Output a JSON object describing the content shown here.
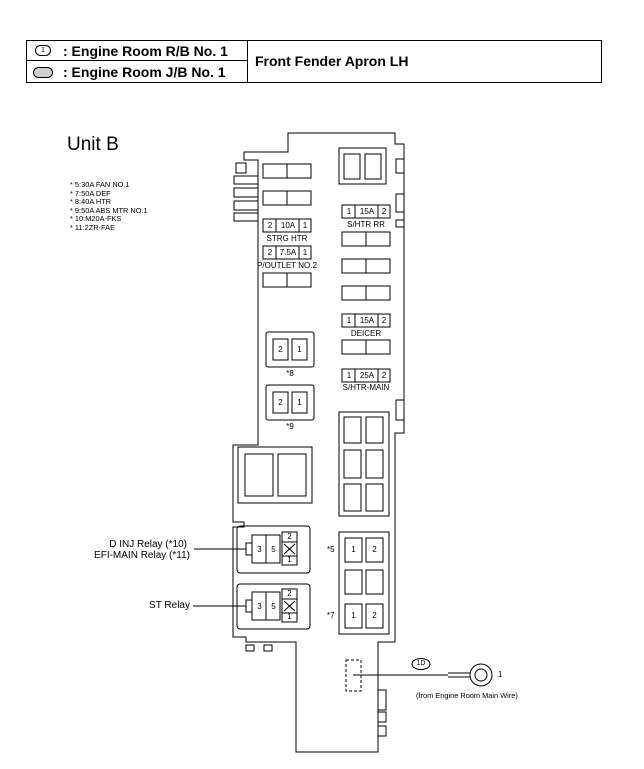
{
  "header": {
    "symbol1": "1",
    "row1": ": Engine Room R/B No. 1",
    "row2": ": Engine Room J/B No. 1",
    "location": "Front Fender Apron LH"
  },
  "unit_title": "Unit B",
  "notes": [
    "* 5:30A FAN NO.1",
    "* 7:50A DEF",
    "* 8:40A HTR",
    "* 9:50A ABS MTR NO.1",
    "* 10:M20A-FKS",
    "* 11:2ZR-FAE"
  ],
  "fuses": {
    "strg_htr": {
      "pin_left": "2",
      "rating": "10A",
      "pin_right": "1",
      "label": "STRG HTR"
    },
    "p_outlet": {
      "pin_left": "2",
      "rating": "7.5A",
      "pin_right": "1",
      "label": "P/OUTLET NO.2"
    },
    "s_htr_rr": {
      "pin_left": "1",
      "rating": "15A",
      "pin_right": "2",
      "label": "S/HTR RR"
    },
    "deicer": {
      "pin_left": "1",
      "rating": "15A",
      "pin_right": "2",
      "label": "DEICER"
    },
    "s_htr_main": {
      "pin_left": "1",
      "rating": "25A",
      "pin_right": "2",
      "label": "S/HTR-MAIN"
    }
  },
  "blocks": {
    "b8": {
      "pin_left": "2",
      "pin_right": "1",
      "label": "*8"
    },
    "b9": {
      "pin_left": "2",
      "pin_right": "1",
      "label": "*9"
    },
    "b5": {
      "pin_left": "1",
      "pin_right": "2",
      "label": "*5"
    },
    "b7": {
      "pin_left": "1",
      "pin_right": "2",
      "label": "*7"
    }
  },
  "relays": {
    "d_inj": {
      "line1": "D INJ Relay (*10)",
      "line2": "EFI-MAIN Relay (*11)",
      "pins": [
        "3",
        "5",
        "2",
        "1"
      ]
    },
    "st": {
      "label": "ST Relay",
      "pins": [
        "3",
        "5",
        "2",
        "1"
      ]
    }
  },
  "connector": {
    "code": "1D",
    "terminal": "1",
    "note": "(from Engine Room Main Wire)"
  }
}
